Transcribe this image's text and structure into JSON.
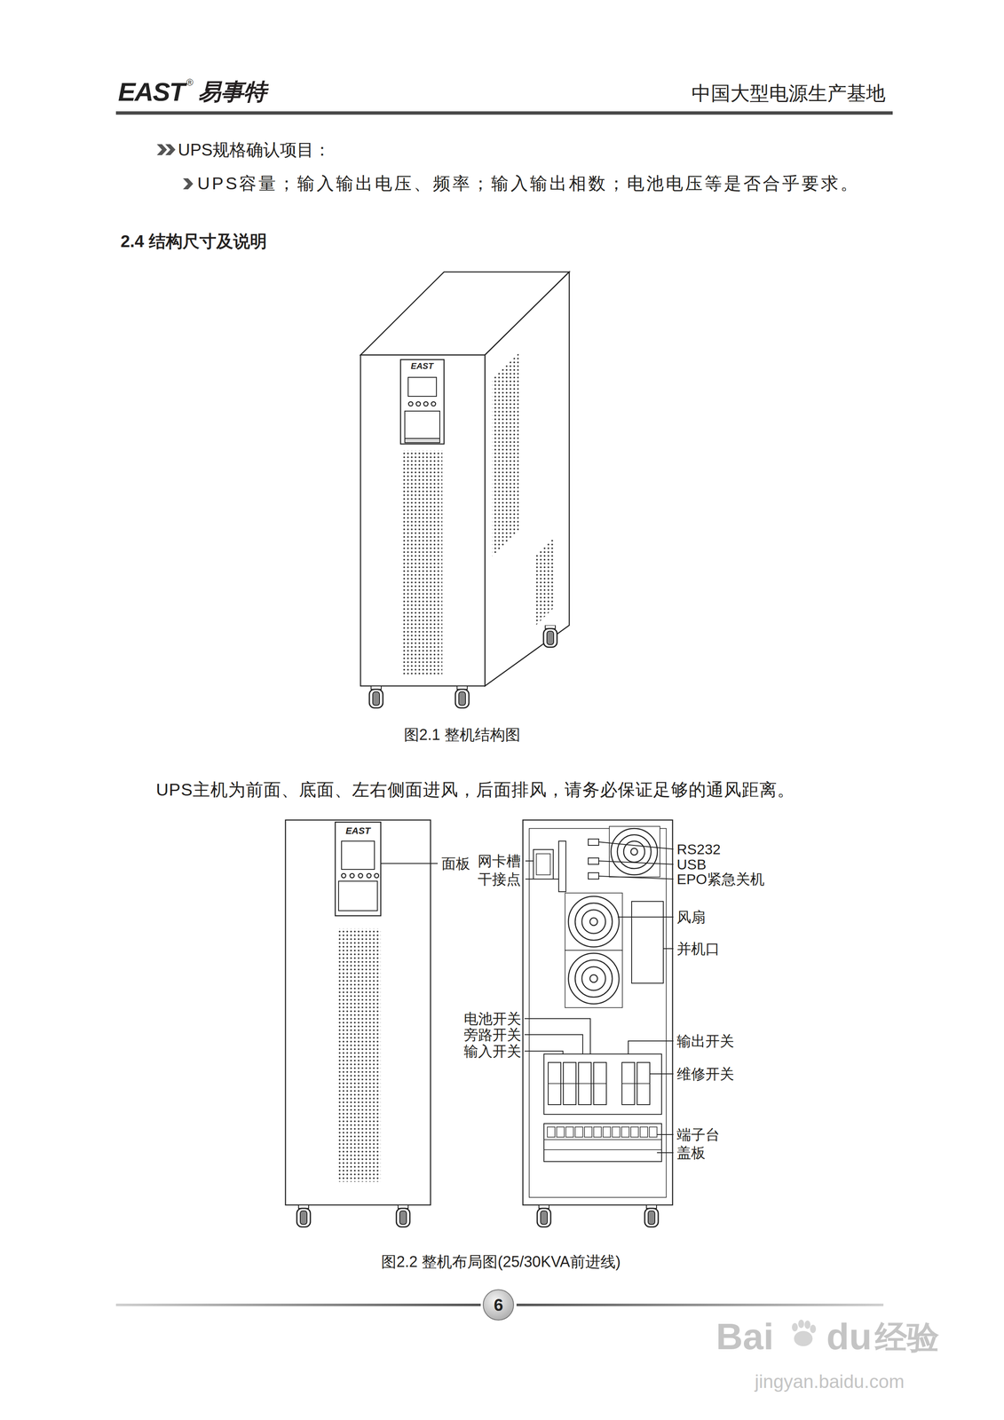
{
  "diagram": {
    "title": "2.4 结构尺寸及说明",
    "nodes": [
      {
        "text": [
          "6"
        ]
      }
    ],
    "labels": [
      "EAST",
      "®",
      "易事特",
      "中国大型电源生产基地",
      "UPS规格确认项目：",
      "UPS容量；输入输出电压、频率；输入输出相数；电池电压等是否合乎要求。",
      "EAST",
      "图2.1 整机结构图",
      "UPS主机为前面、底面、左右侧面进风，后面排风，请务必保证足够的通风距离。",
      "EAST",
      "面板",
      "网卡槽",
      "干接点",
      "RS232",
      "USB",
      "EPO紧急关机",
      "风扇",
      "并机口",
      "电池开关",
      "旁路开关",
      "输入开关",
      "输出开关",
      "维修开关",
      "端子台",
      "盖板",
      "图2.2 整机布局图(25/30KVA前进线)",
      "Bai",
      "du",
      "经验",
      "jingyan.baidu.com"
    ]
  }
}
